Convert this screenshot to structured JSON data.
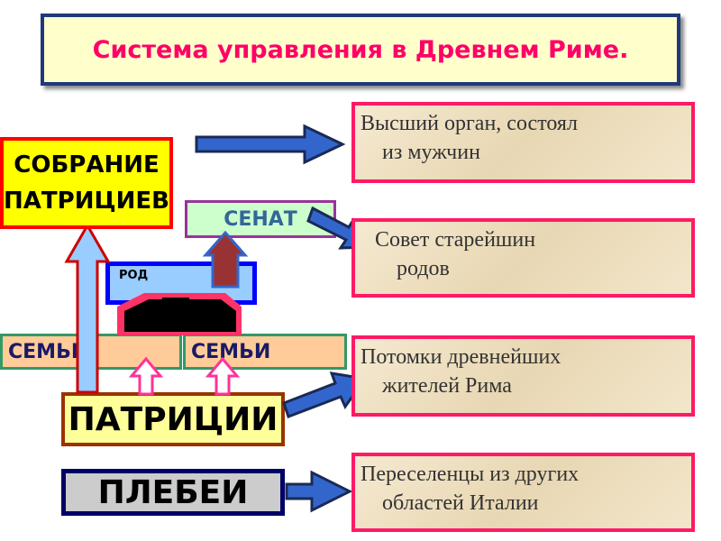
{
  "title": "Система  управления в Древнем Риме.",
  "boxes": {
    "sobranie_line1": "СОБРАНИЕ",
    "sobranie_line2": "ПАТРИЦИЕВ",
    "senat": "СЕНАТ",
    "rod": "РОД",
    "semi_left": "СЕМЬИ",
    "semi_right": "СЕМЬИ",
    "patricii": "ПАТРИЦИИ",
    "plebei": "ПЛЕБЕИ"
  },
  "descriptions": [
    {
      "line1": "Высший орган,    состоял",
      "line2": "из мужчин"
    },
    {
      "line1": "Совет старейшин",
      "line2": "родов"
    },
    {
      "line1": "Потомки древнейших",
      "line2": "жителей Рима"
    },
    {
      "line1": "Переселенцы из других",
      "line2": "областей Италии"
    }
  ],
  "colors": {
    "title_text": "#ff0066",
    "title_bg": "#ffffcc",
    "title_border": "#1f3a7a",
    "desc_border": "#ff1a66",
    "sobranie_bg": "#ffff00",
    "sobranie_border": "#ff0000",
    "senat_bg": "#ccffcc",
    "senat_border": "#993399",
    "rod_bg": "#99ccff",
    "rod_border": "#0000ff",
    "semi_bg": "#ffcc99",
    "semi_border": "#339966",
    "patricii_bg": "#ffff99",
    "patricii_border": "#993300",
    "plebei_bg": "#cccccc",
    "plebei_border": "#000066",
    "arrow_fill": "#3366cc"
  }
}
